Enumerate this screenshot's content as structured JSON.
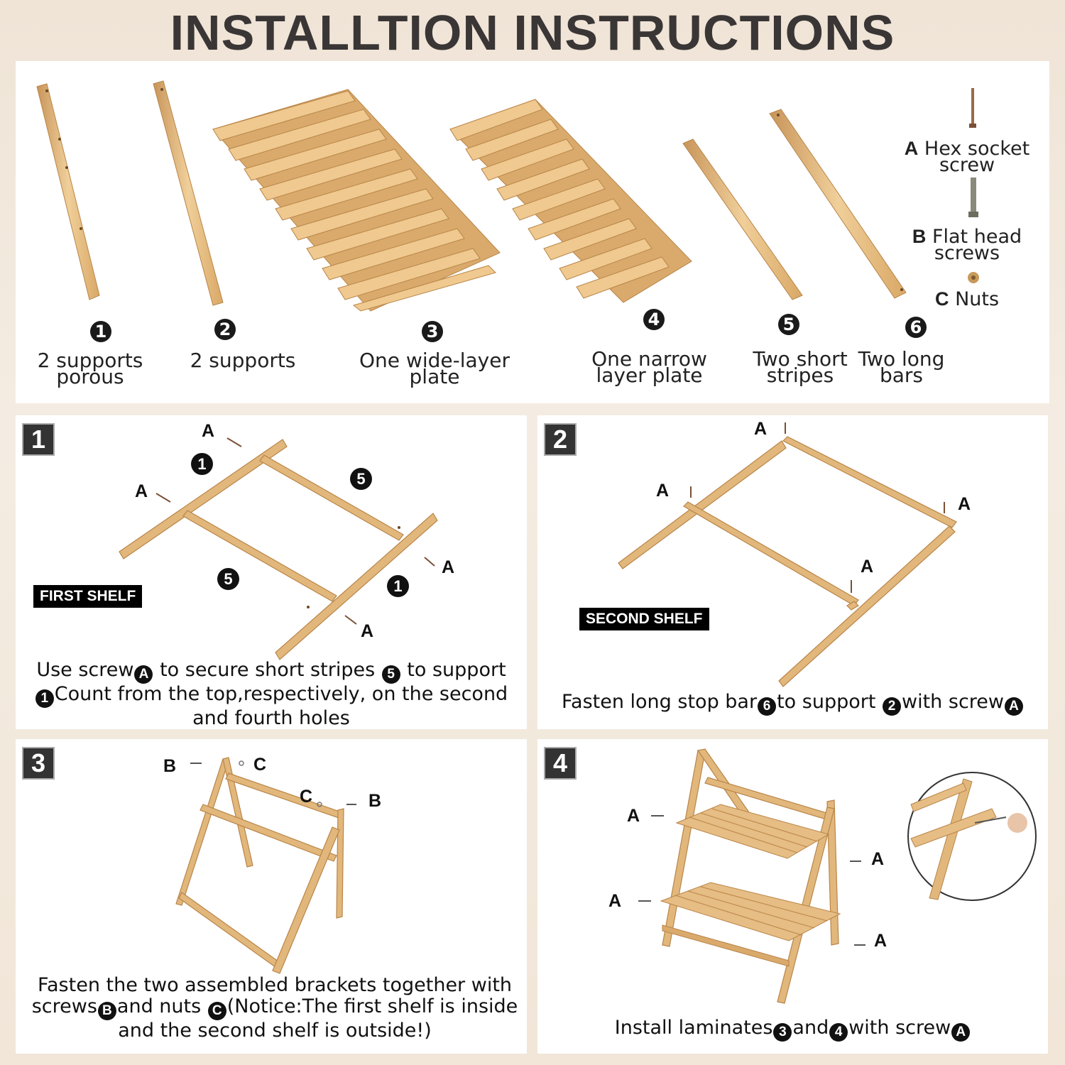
{
  "title": "INSTALLTION INSTRUCTIONS",
  "parts": [
    {
      "num": "1",
      "label_line1": "2 supports",
      "label_line2": "porous"
    },
    {
      "num": "2",
      "label_line1": "2 supports",
      "label_line2": ""
    },
    {
      "num": "3",
      "label_line1": "One wide-layer",
      "label_line2": "plate"
    },
    {
      "num": "4",
      "label_line1": "One narrow",
      "label_line2": "layer plate"
    },
    {
      "num": "5",
      "label_line1": "Two short",
      "label_line2": "stripes"
    },
    {
      "num": "6",
      "label_line1": "Two long",
      "label_line2": "bars"
    }
  ],
  "hardware": [
    {
      "letter": "A",
      "line1": "Hex socket",
      "line2": "screw"
    },
    {
      "letter": "B",
      "line1": "Flat head",
      "line2": "screws"
    },
    {
      "letter": "C",
      "line1": "Nuts",
      "line2": ""
    }
  ],
  "steps": [
    {
      "num": "1",
      "tag": "FIRST SHELF",
      "callouts": {
        "a": "A",
        "n1": "1",
        "n5": "5"
      },
      "instruction": {
        "p1": "Use screw",
        "c1": "A",
        "p2": " to secure short stripes ",
        "c2": "5",
        "p3": " to support",
        "c3": "1",
        "p4": "Count from the top,respectively, on the second",
        "p5": "and fourth holes"
      }
    },
    {
      "num": "2",
      "tag": "SECOND SHELF",
      "callouts": {
        "a": "A"
      },
      "instruction": {
        "p1": "Fasten long stop bar",
        "c1": "6",
        "p2": "to support ",
        "c2": "2",
        "p3": "with screw",
        "c3": "A"
      }
    },
    {
      "num": "3",
      "callouts": {
        "b": "B",
        "c": "C"
      },
      "instruction": {
        "p1": "Fasten the two assembled brackets together with",
        "p2": "screws",
        "c1": "B",
        "p3": "and nuts ",
        "c2": "C",
        "p4": "(Notice:The first shelf is inside",
        "p5": "and the second shelf is outside!)"
      }
    },
    {
      "num": "4",
      "callouts": {
        "a": "A"
      },
      "instruction": {
        "p1": "Install laminates",
        "c1": "3",
        "p2": "and",
        "c2": "4",
        "p3": "with screw",
        "c3": "A"
      }
    }
  ],
  "colors": {
    "wood": "#e2b77c",
    "wood_dark": "#c8955a",
    "wood_light": "#f0cf9a",
    "badge": "#1a1a1a"
  }
}
